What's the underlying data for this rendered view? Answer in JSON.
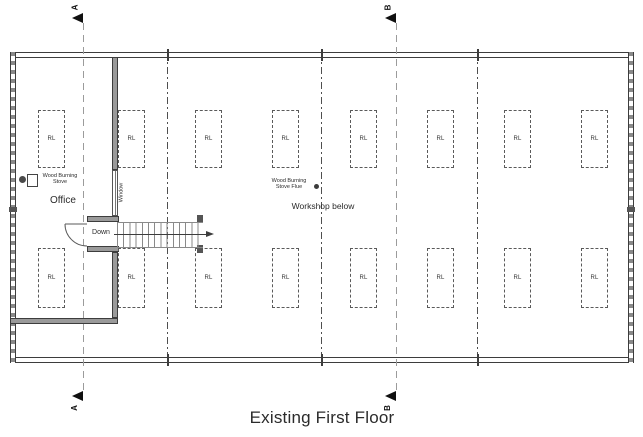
{
  "drawing": {
    "title": "Existing First Floor",
    "section_markers": {
      "a": "A",
      "b": "B"
    },
    "labels": {
      "office": "Office",
      "window": "Window",
      "down": "Down",
      "stove_line1": "Wood Burning",
      "stove_line2": "Stove",
      "flue_line1": "Wood Burning",
      "flue_line2": "Stove Flue",
      "workshop": "Workshop below",
      "rooflight": "RL"
    },
    "colors": {
      "line": "#3d3d3d",
      "wall_fill": "#9a9a9a",
      "section_line": "#9b9b9b"
    }
  }
}
